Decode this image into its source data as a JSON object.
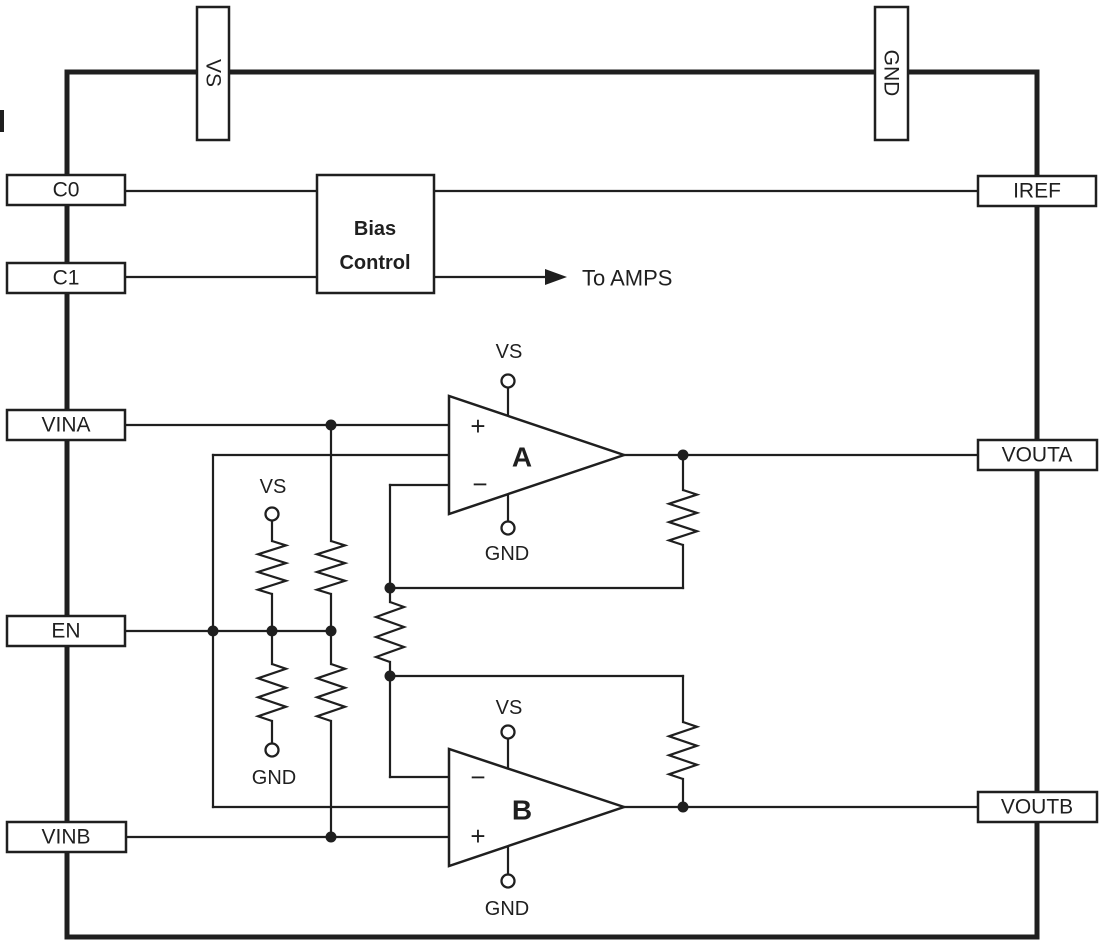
{
  "colors": {
    "ink": "#1f1f1f",
    "background": "#ffffff"
  },
  "pins": {
    "top": [
      {
        "id": "vs",
        "label": "VS"
      },
      {
        "id": "gnd",
        "label": "GND"
      }
    ],
    "left": [
      {
        "id": "c0",
        "label": "C0"
      },
      {
        "id": "c1",
        "label": "C1"
      },
      {
        "id": "vina",
        "label": "VINA"
      },
      {
        "id": "en",
        "label": "EN"
      },
      {
        "id": "vinb",
        "label": "VINB"
      }
    ],
    "right": [
      {
        "id": "iref",
        "label": "IREF"
      },
      {
        "id": "vouta",
        "label": "VOUTA"
      },
      {
        "id": "voutb",
        "label": "VOUTB"
      }
    ]
  },
  "bias_block": {
    "line1": "Bias",
    "line2": "Control"
  },
  "arrow": {
    "label": "To AMPS"
  },
  "amps": [
    {
      "id": "A",
      "label": "A",
      "plus": "+",
      "minus": "−",
      "supply_label": "VS",
      "ground_label": "GND"
    },
    {
      "id": "B",
      "label": "B",
      "plus": "+",
      "minus": "−",
      "supply_label": "VS",
      "ground_label": "GND"
    }
  ],
  "network": {
    "supply_label": "VS",
    "ground_label": "GND"
  }
}
